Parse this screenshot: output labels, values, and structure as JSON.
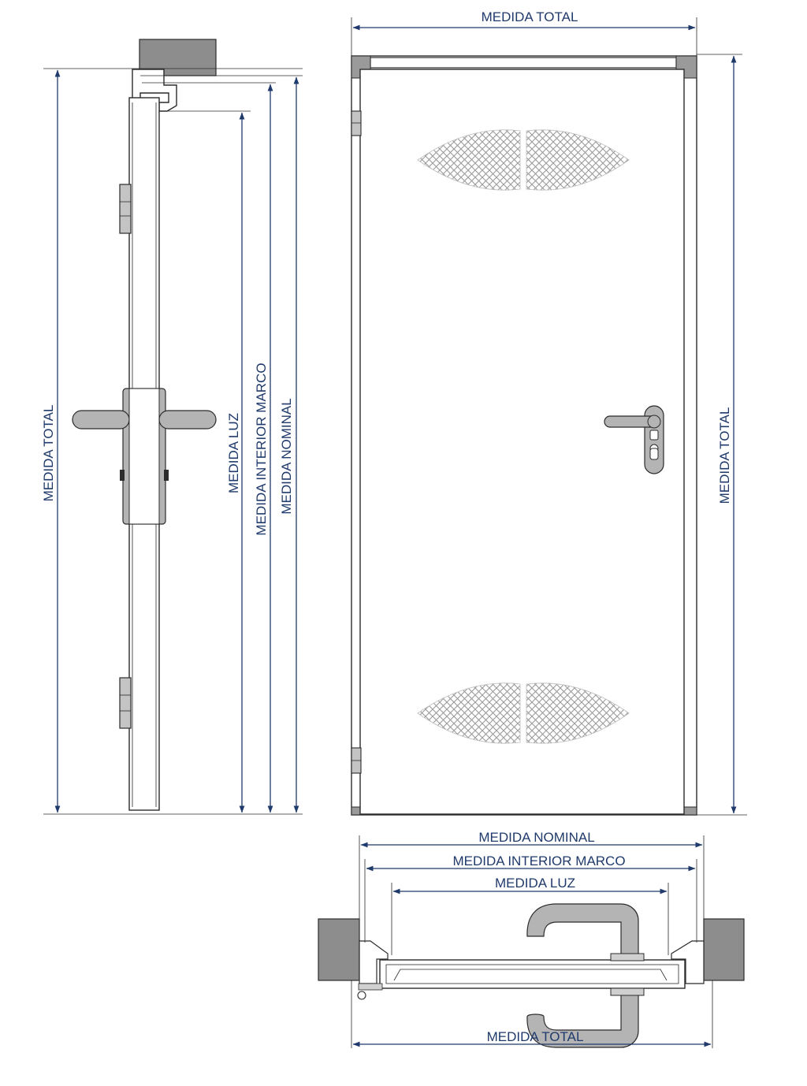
{
  "labels": {
    "medida_total": "MEDIDA TOTAL",
    "medida_luz": "MEDIDA LUZ",
    "medida_interior_marco": "MEDIDA INTERIOR MARCO",
    "medida_nominal": "MEDIDA NOMINAL"
  },
  "colors": {
    "dimension": "#1f3a6b",
    "outline": "#2b2b2b",
    "wall": "#8d8d8d",
    "hardware": "#b4b4b4",
    "frame": "#9a9a9a",
    "panel": "#ffffff"
  }
}
